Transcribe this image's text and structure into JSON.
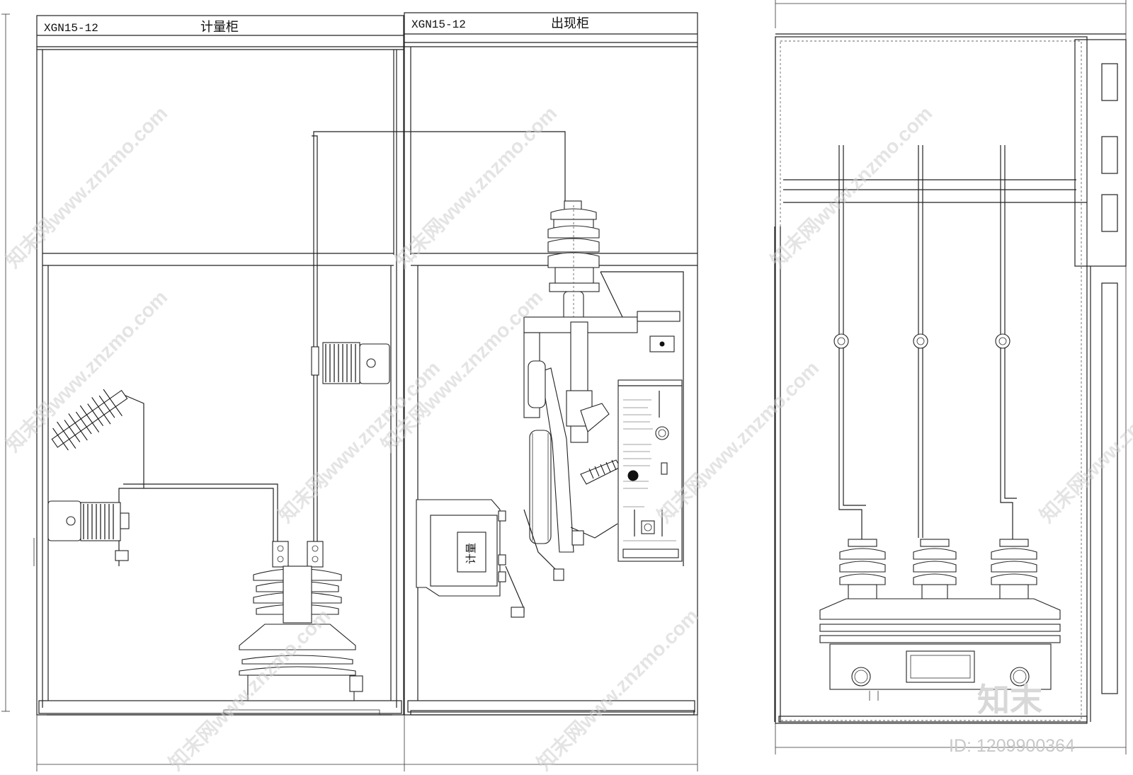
{
  "panels": {
    "metering": {
      "model": "XGN15-12",
      "name": "计量柜"
    },
    "outgoing": {
      "model": "XGN15-12",
      "name": "出现柜"
    }
  },
  "device_label": "计量",
  "watermark": {
    "site": "知末网www.znzmo.com",
    "brand": "知末",
    "id": "ID: 1209900364"
  }
}
